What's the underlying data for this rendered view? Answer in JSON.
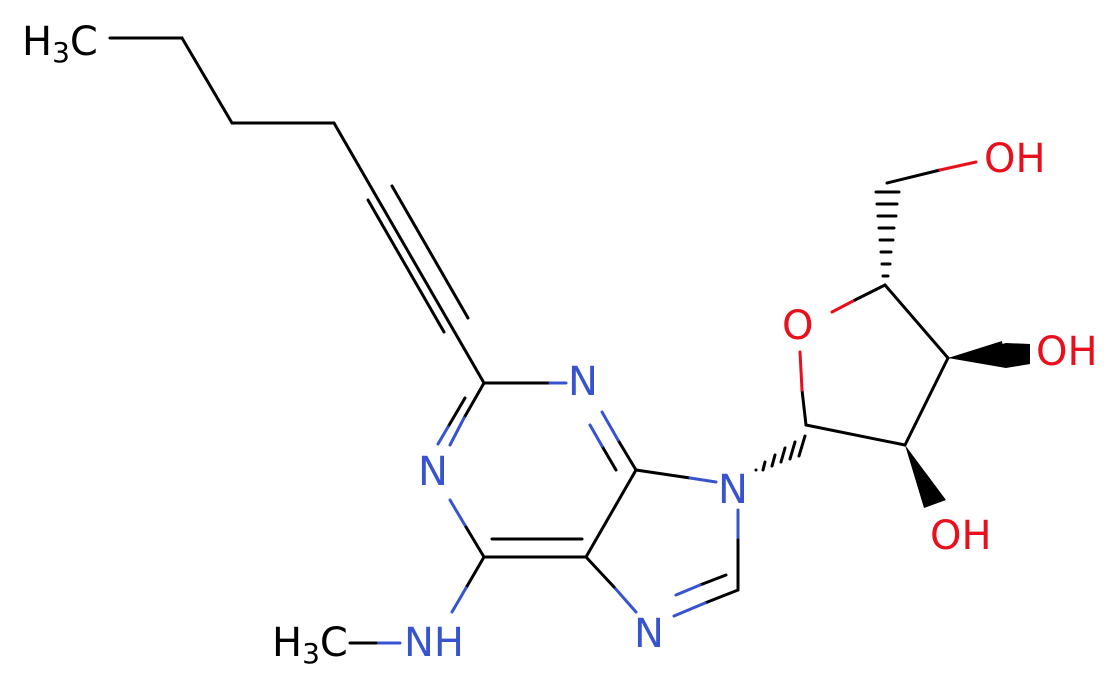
{
  "molecule": {
    "colors": {
      "carbon_bond": "#000000",
      "nitrogen": "#3853cf",
      "oxygen": "#e8101c"
    },
    "labels": {
      "terminal_methyl": {
        "main": "H",
        "sub": "3",
        "tail": "C"
      },
      "n_methyl": {
        "main": "H",
        "sub": "3",
        "tail": "C"
      },
      "amine": "NH",
      "n1": "N",
      "n3": "N",
      "n7": "N",
      "n9": "N",
      "ring_oxygen": "O",
      "oh_5prime": "OH",
      "oh_3prime": "OH",
      "oh_2prime": "OH"
    }
  }
}
